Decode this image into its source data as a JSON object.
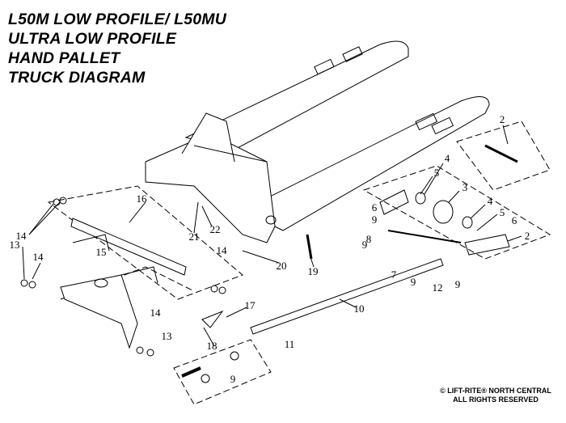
{
  "title": {
    "lines": [
      "L50M LOW PROFILE/ L50MU",
      "ULTRA LOW PROFILE",
      "HAND PALLET",
      "TRUCK DIAGRAM"
    ]
  },
  "copyright": {
    "line1": "© LIFT-RITE®  NORTH CENTRAL",
    "line2": "ALL RIGHTS RESERVED"
  },
  "callouts": [
    "2",
    "2",
    "3",
    "4",
    "4",
    "5",
    "5",
    "6",
    "6",
    "7",
    "8",
    "9",
    "9",
    "9",
    "9",
    "9",
    "10",
    "11",
    "12",
    "13",
    "13",
    "14",
    "14",
    "14",
    "14",
    "15",
    "16",
    "17",
    "18",
    "19",
    "20",
    "21",
    "22"
  ]
}
